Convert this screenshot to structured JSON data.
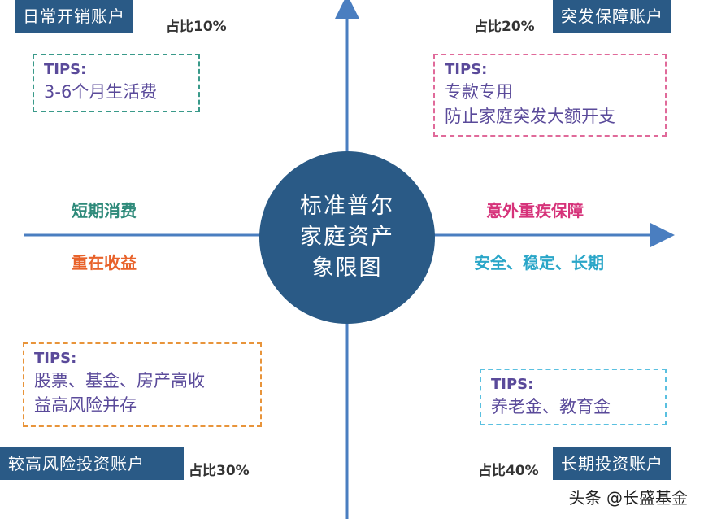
{
  "center_title": [
    "标准普尔",
    "家庭资产",
    "象限图"
  ],
  "quadrants": {
    "top_left": {
      "account": "日常开销账户",
      "share": "占比10%",
      "tips": [
        "TIPS:",
        "3-6个月生活费"
      ]
    },
    "top_right": {
      "account": "突发保障账户",
      "share": "占比20%",
      "tips": [
        "TIPS:",
        "专款专用",
        "防止家庭突发大额开支"
      ]
    },
    "bottom_left": {
      "account": "较高风险投资账户",
      "share": "占比30%",
      "tips": [
        "TIPS:",
        "股票、基金、房产高收",
        "益高风险并存"
      ]
    },
    "bottom_right": {
      "account": "长期投资账户",
      "share": "占比40%",
      "tips": [
        "TIPS:",
        "养老金、教育金"
      ]
    }
  },
  "axis_labels": {
    "left_upper": "短期消费",
    "left_lower": "重在收益",
    "right_upper": "意外重疾保障",
    "right_lower": "安全、稳定、长期"
  },
  "colors": {
    "account_bg": "#2a5a86",
    "axis": "#4a7ec0",
    "left_upper": "#2e8a7a",
    "left_lower": "#e8622a",
    "right_upper": "#d6337a",
    "right_lower": "#2aa6c8",
    "tips_border_top_left": "#3a9a8a",
    "tips_border_top_right": "#e06a9a",
    "tips_border_bottom_left": "#e8943a",
    "tips_border_bottom_right": "#5ac0e0"
  },
  "watermark": "头条 @长盛基金"
}
